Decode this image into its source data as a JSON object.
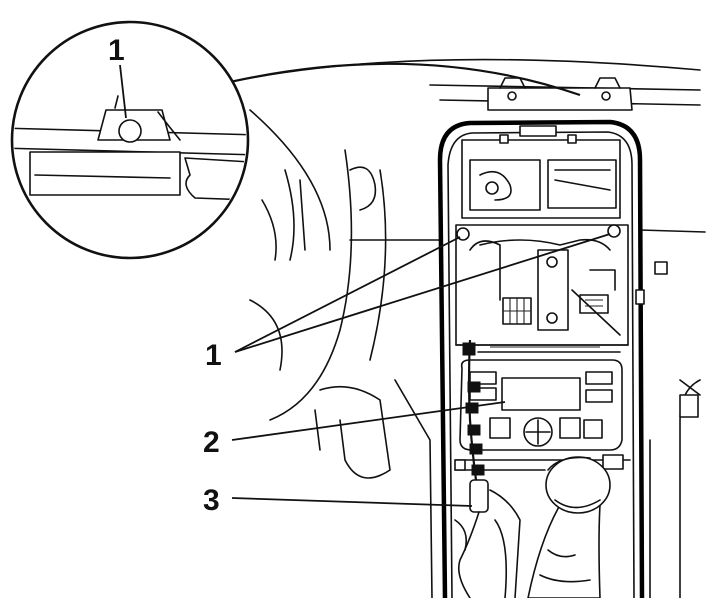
{
  "callouts": {
    "inset": "1",
    "clips": "1",
    "connectors": "2",
    "cable": "3"
  }
}
